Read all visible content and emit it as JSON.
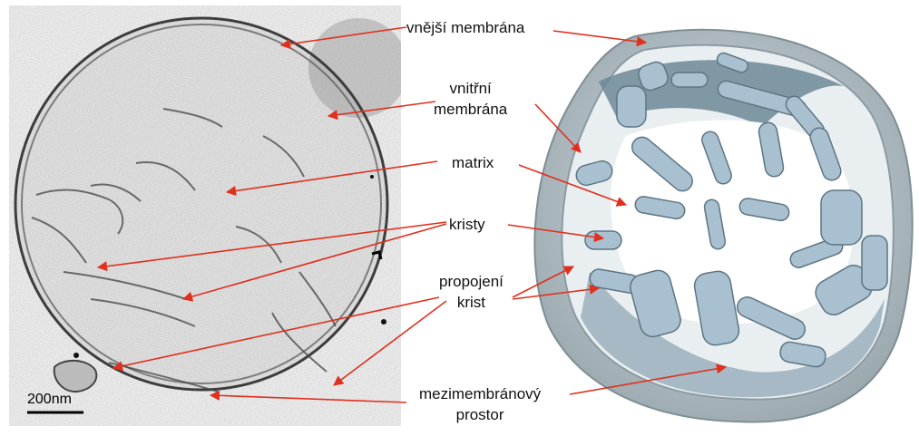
{
  "labels": {
    "outer_membrane": "vnější membrána",
    "inner_membrane_line1": "vnitřní",
    "inner_membrane_line2": "membrána",
    "matrix": "matrix",
    "cristae": "kristy",
    "cristae_junction_line1": "propojení",
    "cristae_junction_line2": "krist",
    "intermembrane_line1": "mezimembránový",
    "intermembrane_line2": "prostor"
  },
  "scale_bar": "200nm",
  "colors": {
    "arrow": "#e0301e",
    "em_background": "#a9a9a9",
    "em_membrane": "#4a4a4a",
    "model_shell": "#b9c4c9",
    "model_cristae": "#9fb8c8"
  },
  "panels": {
    "left": "cryo-electron tomogram slice of mitochondrion",
    "right": "3D segmented model of mitochondrion (cut-away)"
  }
}
